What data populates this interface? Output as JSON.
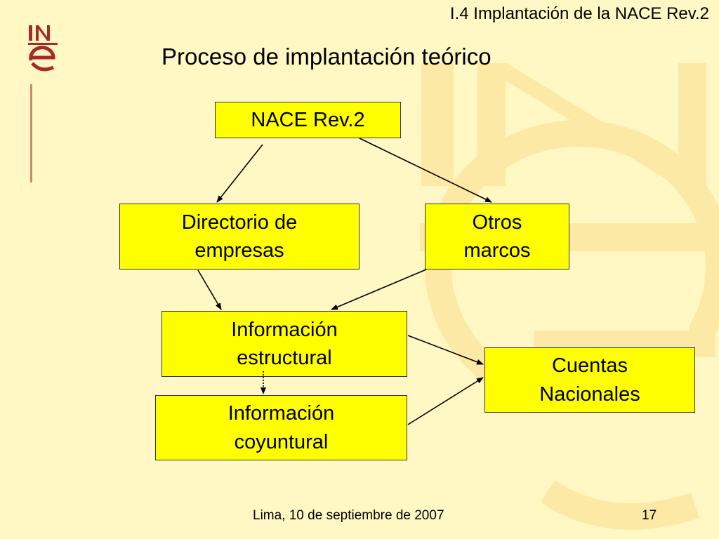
{
  "header": {
    "section_label": "I.4 Implantación de la NACE Rev.2",
    "title": "Proceso de implantación teórico"
  },
  "logo": {
    "name": "ine-logo",
    "text": "INe"
  },
  "diagram": {
    "nodes": {
      "nace": {
        "lines": [
          "NACE Rev.2"
        ]
      },
      "directorio": {
        "lines": [
          "Directorio de",
          "empresas"
        ]
      },
      "otros": {
        "lines": [
          "Otros",
          "marcos"
        ]
      },
      "estructural": {
        "lines": [
          "Información",
          "estructural"
        ]
      },
      "coyuntural": {
        "lines": [
          "Información",
          "coyuntural"
        ]
      },
      "cuentas": {
        "lines": [
          "Cuentas",
          "Nacionales"
        ]
      }
    },
    "edges": [
      {
        "from": "nace",
        "to": "directorio",
        "style": "solid"
      },
      {
        "from": "nace",
        "to": "otros",
        "style": "solid"
      },
      {
        "from": "directorio",
        "to": "estructural",
        "style": "solid"
      },
      {
        "from": "otros",
        "to": "estructural",
        "style": "solid"
      },
      {
        "from": "estructural",
        "to": "coyuntural",
        "style": "dotted"
      },
      {
        "from": "estructural",
        "to": "cuentas",
        "style": "solid"
      },
      {
        "from": "coyuntural",
        "to": "cuentas",
        "style": "solid"
      }
    ]
  },
  "colors": {
    "background": "#fff8c4",
    "box_fill": "#ffff00",
    "watermark": "#fde9a6",
    "logo": "#a52a2a"
  },
  "footer": {
    "location_date": "Lima, 10 de septiembre de 2007",
    "page_number": "17"
  }
}
